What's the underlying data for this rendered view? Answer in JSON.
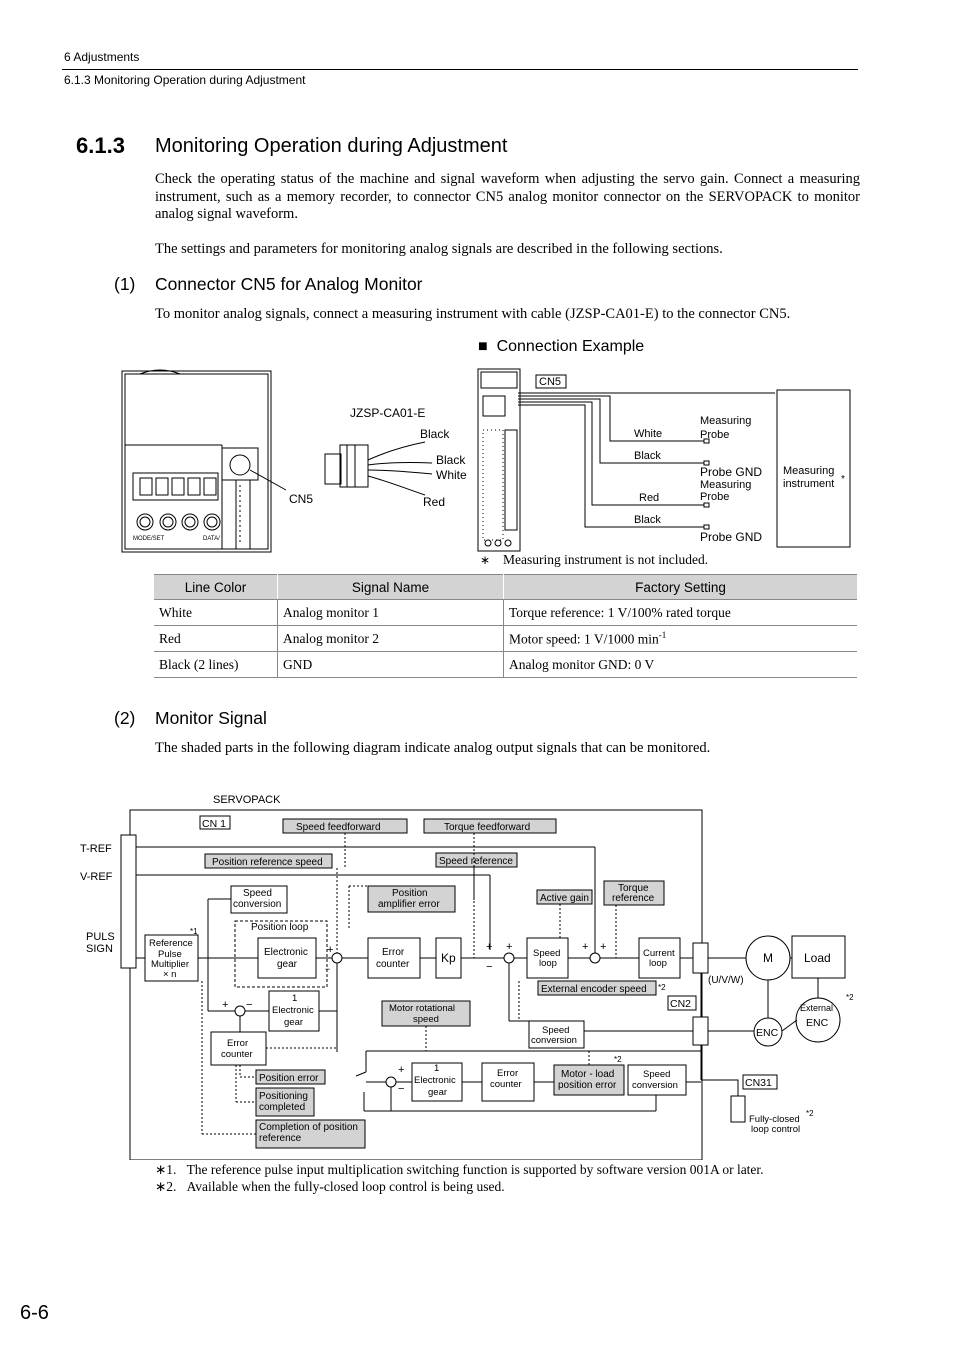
{
  "header": {
    "chapter": "6  Adjustments",
    "section": "6.1.3  Monitoring Operation during Adjustment"
  },
  "section": {
    "number": "6.1.3",
    "title": "Monitoring Operation during Adjustment"
  },
  "intro": {
    "p1": "Check the operating status of the machine and signal waveform when adjusting the servo gain. Connect a measuring instrument, such as a memory recorder, to connector CN5 analog monitor connector on the SERVOPACK to monitor analog signal waveform.",
    "p2": "The settings and parameters for monitoring analog signals are described in the following sections."
  },
  "sub1": {
    "number": "(1)",
    "title": "Connector CN5 for Analog Monitor",
    "text": "To monitor analog signals, connect a measuring instrument with cable (JZSP-CA01-E) to the connector CN5.",
    "example_heading": "Connection Example",
    "figure": {
      "cable_label": "JZSP-CA01-E",
      "cn5_left": "CN5",
      "cn5_right": "CN5",
      "wire_black_1": "Black",
      "wire_black_2": "Black",
      "wire_white": "White",
      "wire_red": "Red",
      "mode_set": "MODE/SET",
      "data": "DATA/",
      "right_white": "White",
      "right_black_1": "Black",
      "right_red": "Red",
      "right_black_2": "Black",
      "measuring_probe_1a": "Measuring",
      "measuring_probe_1b": "Probe",
      "probe_gnd_1": "Probe GND",
      "measuring_probe_2a": "Measuring",
      "measuring_probe_2b": "Probe",
      "probe_gnd_2": "Probe GND",
      "instrument_a": "Measuring",
      "instrument_b": "instrument",
      "instrument_star": "*",
      "footnote_mark": "∗",
      "footnote": "Measuring instrument is not included."
    },
    "table": {
      "headers": [
        "Line Color",
        "Signal Name",
        "Factory Setting"
      ],
      "rows": [
        [
          "White",
          "Analog monitor 1",
          "Torque reference: 1 V/100% rated torque"
        ],
        [
          "Red",
          "Analog monitor 2",
          "Motor speed: 1 V/1000 min",
          "-1"
        ],
        [
          "Black (2 lines)",
          "GND",
          "Analog monitor GND: 0 V"
        ]
      ]
    }
  },
  "sub2": {
    "number": "(2)",
    "title": "Monitor Signal",
    "text": "The shaded parts in the following diagram indicate analog output signals that can be monitored.",
    "diagram": {
      "servopack": "SERVOPACK",
      "cn1": "CN 1",
      "t_ref": "T-REF",
      "v_ref": "V-REF",
      "puls": "PULS",
      "sign": "SIGN",
      "speed_feedforward": "Speed feedforward",
      "torque_feedforward": "Torque feedforward",
      "position_reference_speed": "Position reference speed",
      "speed_reference": "Speed reference",
      "speed_conversion_a": "Speed",
      "speed_conversion_b": "conversion",
      "position_amplifier_error_a": "Position",
      "position_amplifier_error_b": "amplifier error",
      "active_gain": "Active gain",
      "torque_reference_a": "Torque",
      "torque_reference_b": "reference",
      "ref_pulse_a": "Reference",
      "ref_pulse_b": "Pulse",
      "ref_pulse_c": "Multiplier",
      "ref_pulse_d": "× n",
      "star1": "*1",
      "position_loop": "Position loop",
      "electronic": "Electronic",
      "gear": "gear",
      "error": "Error",
      "counter": "counter",
      "kp": "Kp",
      "speed_loop_a": "Speed",
      "speed_loop_b": "loop",
      "current_loop_a": "Current",
      "current_loop_b": "loop",
      "m": "M",
      "load": "Load",
      "uvw": "(U/V/W)",
      "external_encoder_speed": "External encoder speed",
      "star2": "*2",
      "cn2": "CN2",
      "enc": "ENC",
      "external": "External",
      "one": "1",
      "motor_rot_a": "Motor  rotational",
      "motor_rot_b": "speed",
      "position_error": "Position error",
      "positioning_a": "Positioning",
      "positioning_b": "completed",
      "completion_a": "Completion of position",
      "completion_b": "reference",
      "motor_load_a": "Motor - load",
      "motor_load_b": "position error",
      "cn31": "CN31",
      "fully_closed_a": "Fully-closed",
      "fully_closed_b": "loop control"
    },
    "notes": [
      {
        "mark": "∗1.",
        "text": "The reference pulse input multiplication switching function is supported by software version 001A or later."
      },
      {
        "mark": "∗2.",
        "text": "Available when the fully-closed loop control is being used."
      }
    ]
  },
  "page_number": "6-6"
}
